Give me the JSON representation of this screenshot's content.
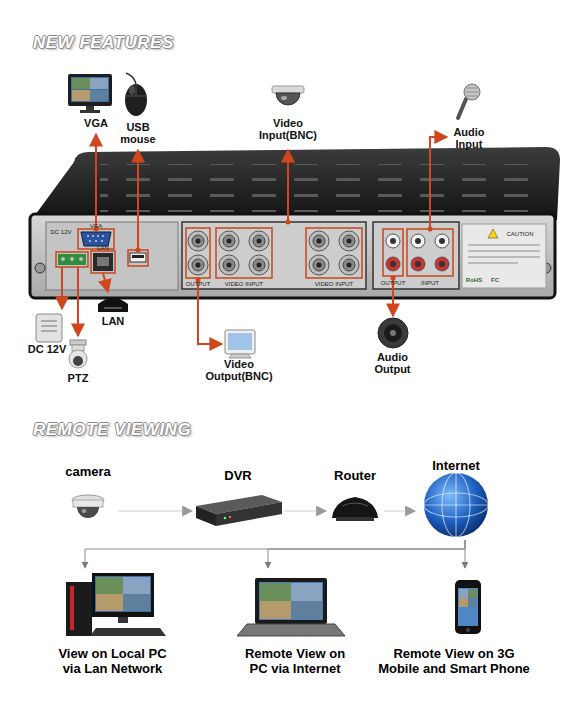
{
  "diagram": {
    "title": "NEW FEATURES",
    "nodes": [
      {
        "text": [
          "camera"
        ]
      },
      {
        "text": [
          "DVR"
        ]
      },
      {
        "text": [
          "Router"
        ]
      },
      {
        "text": [
          "Internet"
        ]
      },
      {
        "text": [
          "View on Local PC via Lan Network"
        ]
      },
      {
        "text": [
          "Remote View on PC via Internet"
        ]
      },
      {
        "text": [
          "Remote View on 3G Mobile and Smart Phone"
        ]
      }
    ],
    "edges": [
      {
        "from": 0,
        "to": 1,
        "arrow": "to"
      },
      {
        "from": 1,
        "to": 2,
        "arrow": "to"
      },
      {
        "from": 2,
        "to": 3,
        "arrow": "to"
      },
      {
        "from": 3,
        "to": 4,
        "arrow": "to"
      },
      {
        "from": 3,
        "to": 5,
        "arrow": "to"
      },
      {
        "from": 3,
        "to": 6,
        "arrow": "to"
      }
    ],
    "labels": [
      "REMOTE VIEWING",
      "VGA",
      "USB mouse",
      "Video Input(BNC)",
      "Audio Input",
      "DC 12V",
      "PTZ",
      "LAN",
      "Video Output(BNC)",
      "Audio Output",
      "DC 12V",
      "VGA",
      "LAN",
      "OUTPUT",
      "VIDEO INPUT",
      "VIDEO INPUT",
      "OUTPUT",
      "INPUT",
      "CAUTION",
      "RoHS",
      "FC"
    ]
  }
}
